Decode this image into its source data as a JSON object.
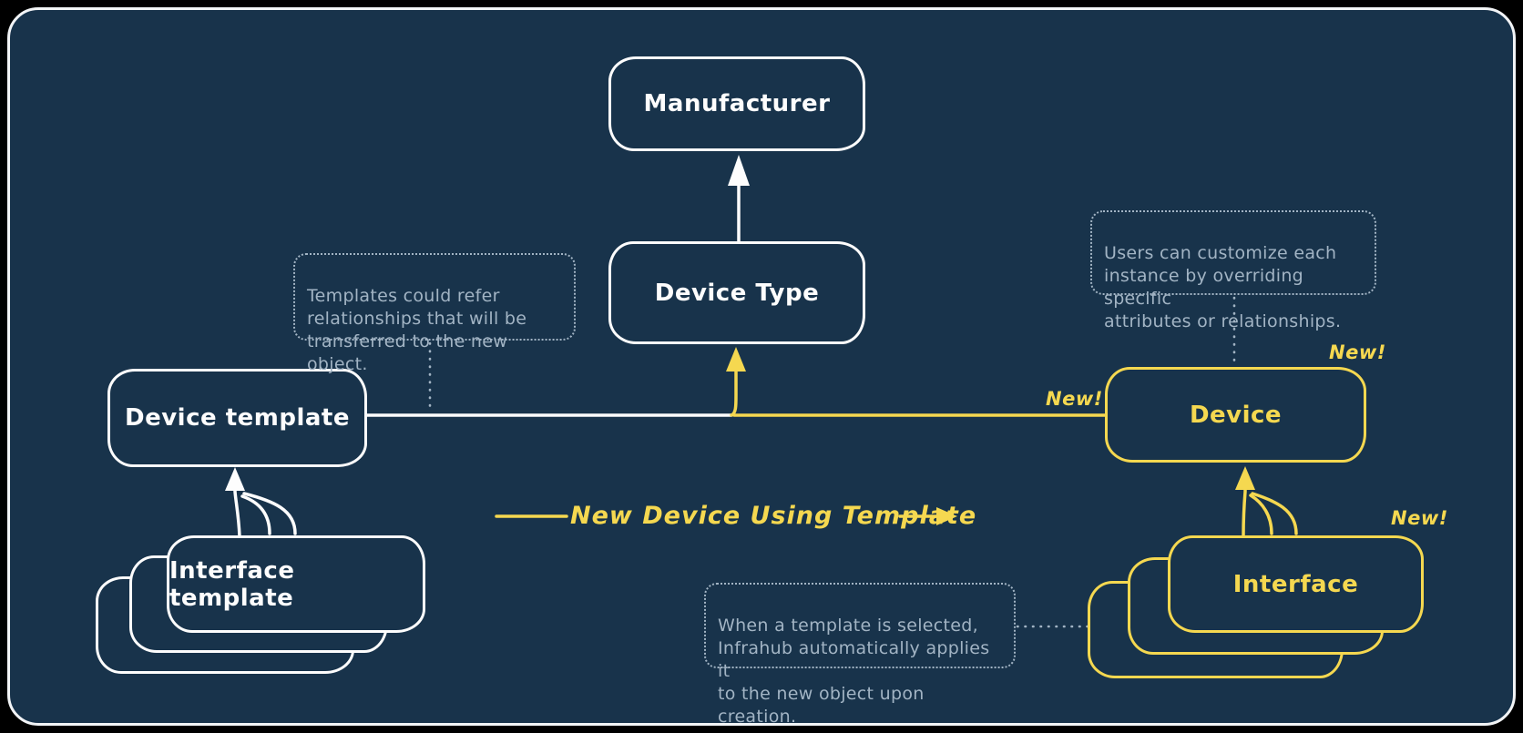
{
  "diagram": {
    "background_color": "#18334B",
    "primary_stroke_color": "#FDFDFD",
    "accent_color": "#F5D850",
    "note_color": "#A2B4C4"
  },
  "nodes": {
    "manufacturer": {
      "label": "Manufacturer"
    },
    "device_type": {
      "label": "Device Type"
    },
    "device_template": {
      "label": "Device template"
    },
    "interface_template": {
      "label": "Interface template"
    },
    "device": {
      "label": "Device",
      "badge": "New!"
    },
    "interface": {
      "label": "Interface",
      "badge": "New!"
    }
  },
  "edges": {
    "template_to_device_type_badge": "New!",
    "flow_label": "New Device Using Template"
  },
  "notes": {
    "templates_note": {
      "text": "Templates could refer\nrelationships that will be\ntransferred to the new object."
    },
    "customize_note": {
      "text": "Users can customize each\ninstance by overriding specific\nattributes or relationships."
    },
    "applies_note": {
      "text": "When a template is selected,\nInfrahub automatically applies it\nto the new object upon creation."
    }
  }
}
